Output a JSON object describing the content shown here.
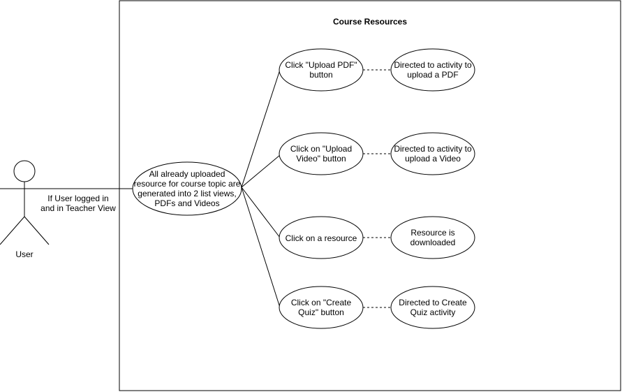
{
  "system": {
    "title": "Course Resources"
  },
  "actor": {
    "name": "User"
  },
  "association_label": [
    "If User logged in",
    "and in Teacher View"
  ],
  "main_use_case": {
    "lines": [
      "All already uploaded",
      "resource for course topic are",
      "generated into 2 list views,",
      "PDFs and Videos"
    ]
  },
  "use_cases": [
    {
      "action": [
        "Click \"Upload PDF\"",
        "button"
      ],
      "result": [
        "Directed to activity to",
        "upload a PDF"
      ]
    },
    {
      "action": [
        "Click on \"Upload",
        "Video\" button"
      ],
      "result": [
        "Directed to activity to",
        "upload a Video"
      ]
    },
    {
      "action": [
        "Click on a resource"
      ],
      "result": [
        "Resource is",
        "downloaded"
      ]
    },
    {
      "action": [
        "Click on \"Create",
        "Quiz\" button"
      ],
      "result": [
        "Directed to Create",
        "Quiz activity"
      ]
    }
  ]
}
